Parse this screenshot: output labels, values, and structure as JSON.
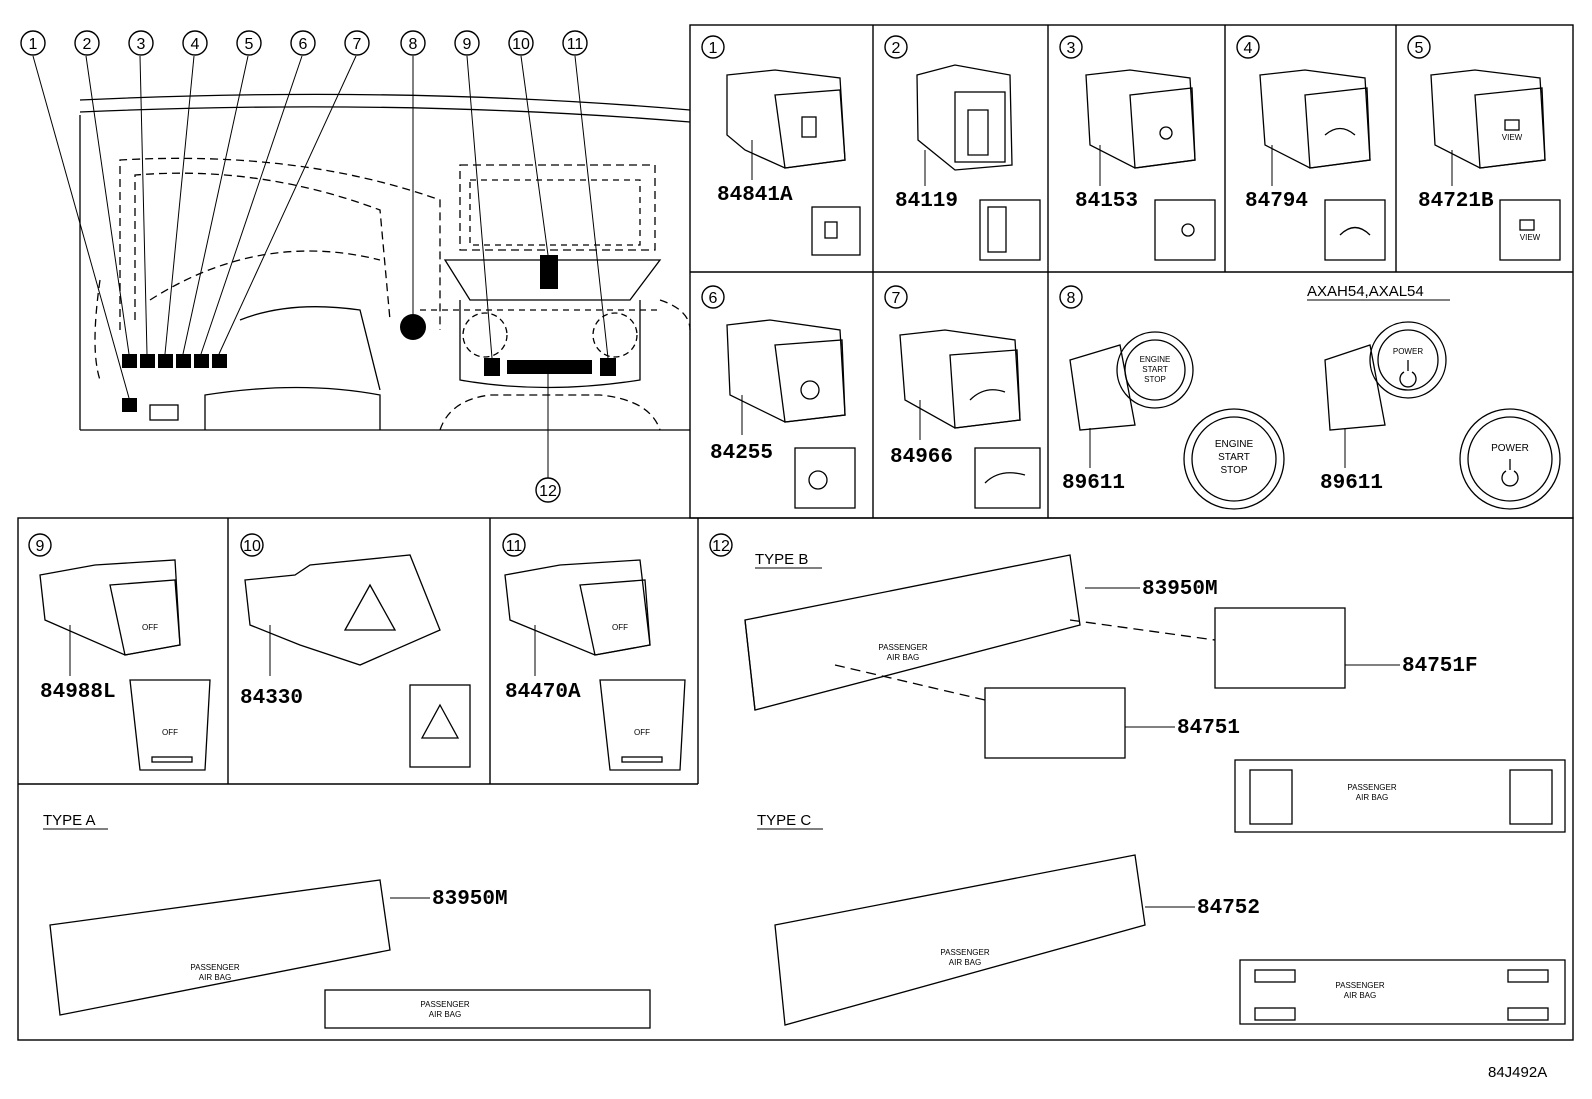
{
  "callouts": [
    "1",
    "2",
    "3",
    "4",
    "5",
    "6",
    "7",
    "8",
    "9",
    "10",
    "11",
    "12"
  ],
  "parts": {
    "p1": "84841A",
    "p2": "84119",
    "p3": "84153",
    "p4": "84794",
    "p5": "84721B",
    "p6": "84255",
    "p7": "84966",
    "p8a": "89611",
    "p8b": "89611",
    "p9": "84988L",
    "p10": "84330",
    "p11": "84470A",
    "p12_b_main": "83950M",
    "p12_b_right": "84751F",
    "p12_b_left": "84751",
    "p12_a_main": "83950M",
    "p12_c_main": "84752"
  },
  "labels": {
    "models": "AXAH54,AXAL54",
    "type_b": "TYPE B",
    "type_a": "TYPE A",
    "type_c": "TYPE C",
    "engine": "ENGINE",
    "start": "START",
    "stop": "STOP",
    "power": "POWER",
    "view": "VIEW",
    "off": "OFF",
    "passenger": "PASSENGER",
    "air_bag": "AIR BAG",
    "ref_code": "84J492A"
  }
}
